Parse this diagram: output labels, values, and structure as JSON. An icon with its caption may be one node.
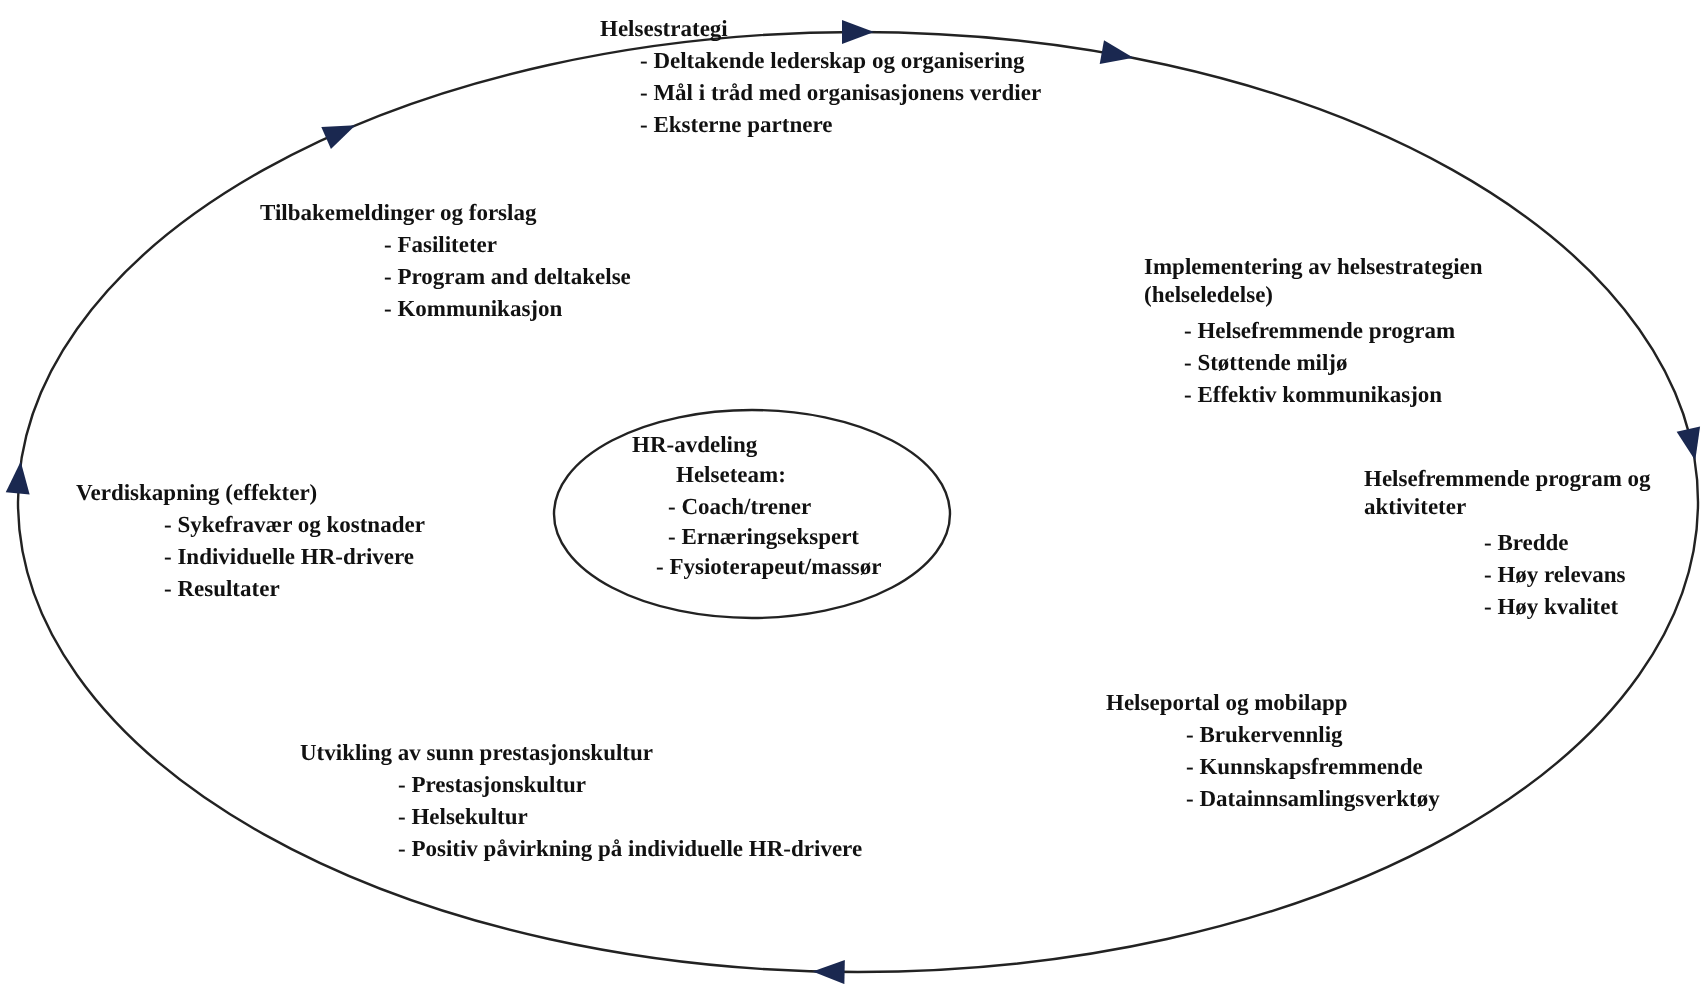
{
  "diagram": {
    "nodes": [
      {
        "text": [
          "HR-avdeling",
          "Helseteam:",
          "- Coach/trener",
          "- Ernæringsekspert",
          "- Fysioterapeut/massør"
        ]
      }
    ],
    "edges": [],
    "labels": [
      "Helsestrategi",
      "- Deltakende lederskap og organisering",
      "- Mål i tråd med organisasjonens verdier",
      "- Eksterne partnere",
      "Tilbakemeldinger og forslag",
      "- Fasiliteter",
      "- Program and deltakelse",
      "- Kommunikasjon",
      "Implementering av helsestrategien (helseledelse)",
      "- Helsefremmende program",
      "- Støttende miljø",
      "- Effektiv kommunikasjon",
      "Verdiskapning (effekter)",
      "- Sykefravær og kostnader",
      "- Individuelle HR-drivere",
      "- Resultater",
      "Helsefremmende program og aktiviteter",
      "- Bredde",
      "- Høy relevans",
      "- Høy kvalitet",
      "Helseportal og mobilapp",
      "- Brukervennlig",
      "- Kunnskapsfremmende",
      "- Datainnsamlingsverktøy",
      "Utvikling av sunn prestasjonskultur",
      "- Prestasjonskultur",
      "- Helsekultur",
      "- Positiv påvirkning på individuelle HR-drivere"
    ]
  }
}
